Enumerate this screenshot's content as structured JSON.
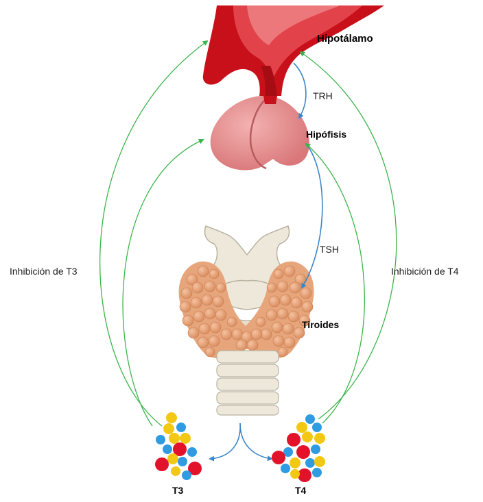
{
  "labels": {
    "hypothalamus": "Hipotálamo",
    "trh": "TRH",
    "pituitary": "Hipófisis",
    "tsh": "TSH",
    "thyroid": "Tiroides",
    "inhibition_t3": "Inhibición de T3",
    "inhibition_t4": "Inhibición de T4",
    "t3": "T3",
    "t4": "T4"
  },
  "colors": {
    "inhibition_arrow": "#3cb44b",
    "hormone_arrow": "#3a86c8",
    "hypothalamus": "#c8101a",
    "pituitary": "#e58c8c",
    "thyroid_gland": "#e7a57c",
    "cartilage": "#ede8da",
    "molecule_red": "#e3122b",
    "molecule_yellow": "#f3c814",
    "molecule_blue": "#2f9be0"
  }
}
